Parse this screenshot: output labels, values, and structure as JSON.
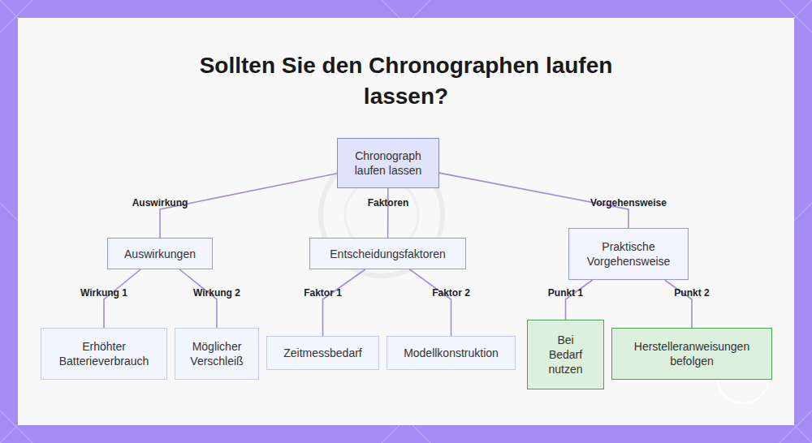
{
  "diagram": {
    "title": "Sollten Sie den Chronographen laufen lassen?",
    "nodes": [
      {
        "text": [
          "Chronograph laufen lassen"
        ]
      },
      {
        "text": [
          "Auswirkungen"
        ]
      },
      {
        "text": [
          "Entscheidungsfaktoren"
        ]
      },
      {
        "text": [
          "Praktische Vorgehensweise"
        ]
      },
      {
        "text": [
          "Erhöhter Batterieverbrauch"
        ]
      },
      {
        "text": [
          "Möglicher Verschleiß"
        ]
      },
      {
        "text": [
          "Zeitmessbedarf"
        ]
      },
      {
        "text": [
          "Modellkonstruktion"
        ]
      },
      {
        "text": [
          "Bei Bedarf nutzen"
        ]
      },
      {
        "text": [
          "Herstelleranweisungen befolgen"
        ]
      }
    ],
    "edges": [
      {
        "from": 0,
        "to": 1,
        "arrow": "none",
        "label": "Auswirkung"
      },
      {
        "from": 0,
        "to": 2,
        "arrow": "none",
        "label": "Faktoren"
      },
      {
        "from": 0,
        "to": 3,
        "arrow": "none",
        "label": "Vorgehensweise"
      },
      {
        "from": 1,
        "to": 4,
        "arrow": "none",
        "label": "Wirkung 1"
      },
      {
        "from": 1,
        "to": 5,
        "arrow": "none",
        "label": "Wirkung 2"
      },
      {
        "from": 2,
        "to": 6,
        "arrow": "none",
        "label": "Faktor 1"
      },
      {
        "from": 2,
        "to": 7,
        "arrow": "none",
        "label": "Faktor 2"
      },
      {
        "from": 3,
        "to": 8,
        "arrow": "none",
        "label": "Punkt 1"
      },
      {
        "from": 3,
        "to": 9,
        "arrow": "none",
        "label": "Punkt 2"
      }
    ]
  }
}
